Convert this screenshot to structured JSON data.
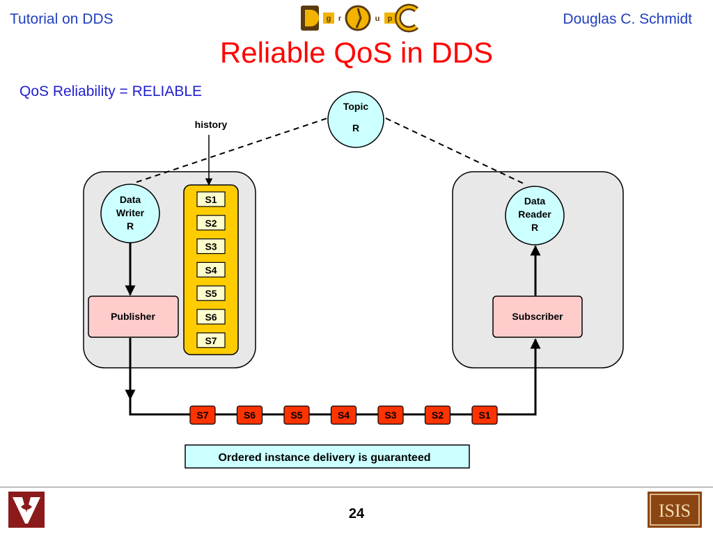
{
  "header": {
    "left_text": "Tutorial on DDS",
    "right_text": "Douglas C. Schmidt",
    "logo_letters": [
      "D",
      "g",
      "r",
      "o",
      "u",
      "p",
      "C"
    ]
  },
  "slide": {
    "title": "Reliable QoS in DDS",
    "subtitle": "QoS Reliability = RELIABLE"
  },
  "diagram": {
    "topic": {
      "line1": "Topic",
      "line2": "R"
    },
    "history_label": "history",
    "writer": {
      "line1": "Data",
      "line2": "Writer",
      "line3": "R"
    },
    "reader": {
      "line1": "Data",
      "line2": "Reader",
      "line3": "R"
    },
    "publisher_label": "Publisher",
    "subscriber_label": "Subscriber",
    "history_samples": [
      "S1",
      "S2",
      "S3",
      "S4",
      "S5",
      "S6",
      "S7"
    ],
    "wire_samples": [
      "S7",
      "S6",
      "S5",
      "S4",
      "S3",
      "S2",
      "S1"
    ],
    "note": "Ordered instance delivery is guaranteed"
  },
  "footer": {
    "page_number": "24",
    "isis_logo_text": "ISIS"
  },
  "colors": {
    "header_text": "#1f3fbf",
    "title": "#ff0000",
    "container_fill": "#e8e8e8",
    "circle_fill": "#ccffff",
    "pubsub_fill": "#ffcccc",
    "history_bar": "#ffcc00",
    "history_cell": "#ffffcc",
    "wire_sample": "#ff3300",
    "note_fill": "#ccffff"
  }
}
